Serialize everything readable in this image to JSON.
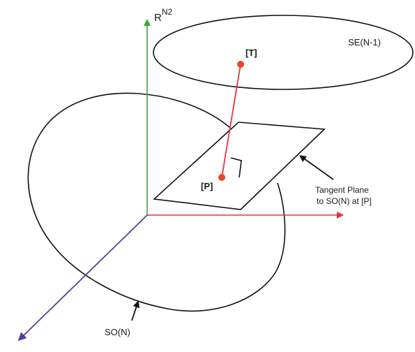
{
  "axis_vertical_label": "R",
  "axis_vertical_superscript": "N2",
  "ellipse_label": "SE(N-1)",
  "point_T_label": "[T]",
  "point_P_label": "[P]",
  "tangent_plane_label_line1": "Tangent Plane",
  "tangent_plane_label_line2": "to SO(N) at [P]",
  "manifold_label": "SO(N)",
  "colors": {
    "vertical_axis": "#3aa53a",
    "horizontal_axis": "#e8333a",
    "diagonal_axis": "#5b3a9e",
    "projection_line": "#e8333a",
    "points": "#e8452a",
    "outline": "#111111"
  }
}
